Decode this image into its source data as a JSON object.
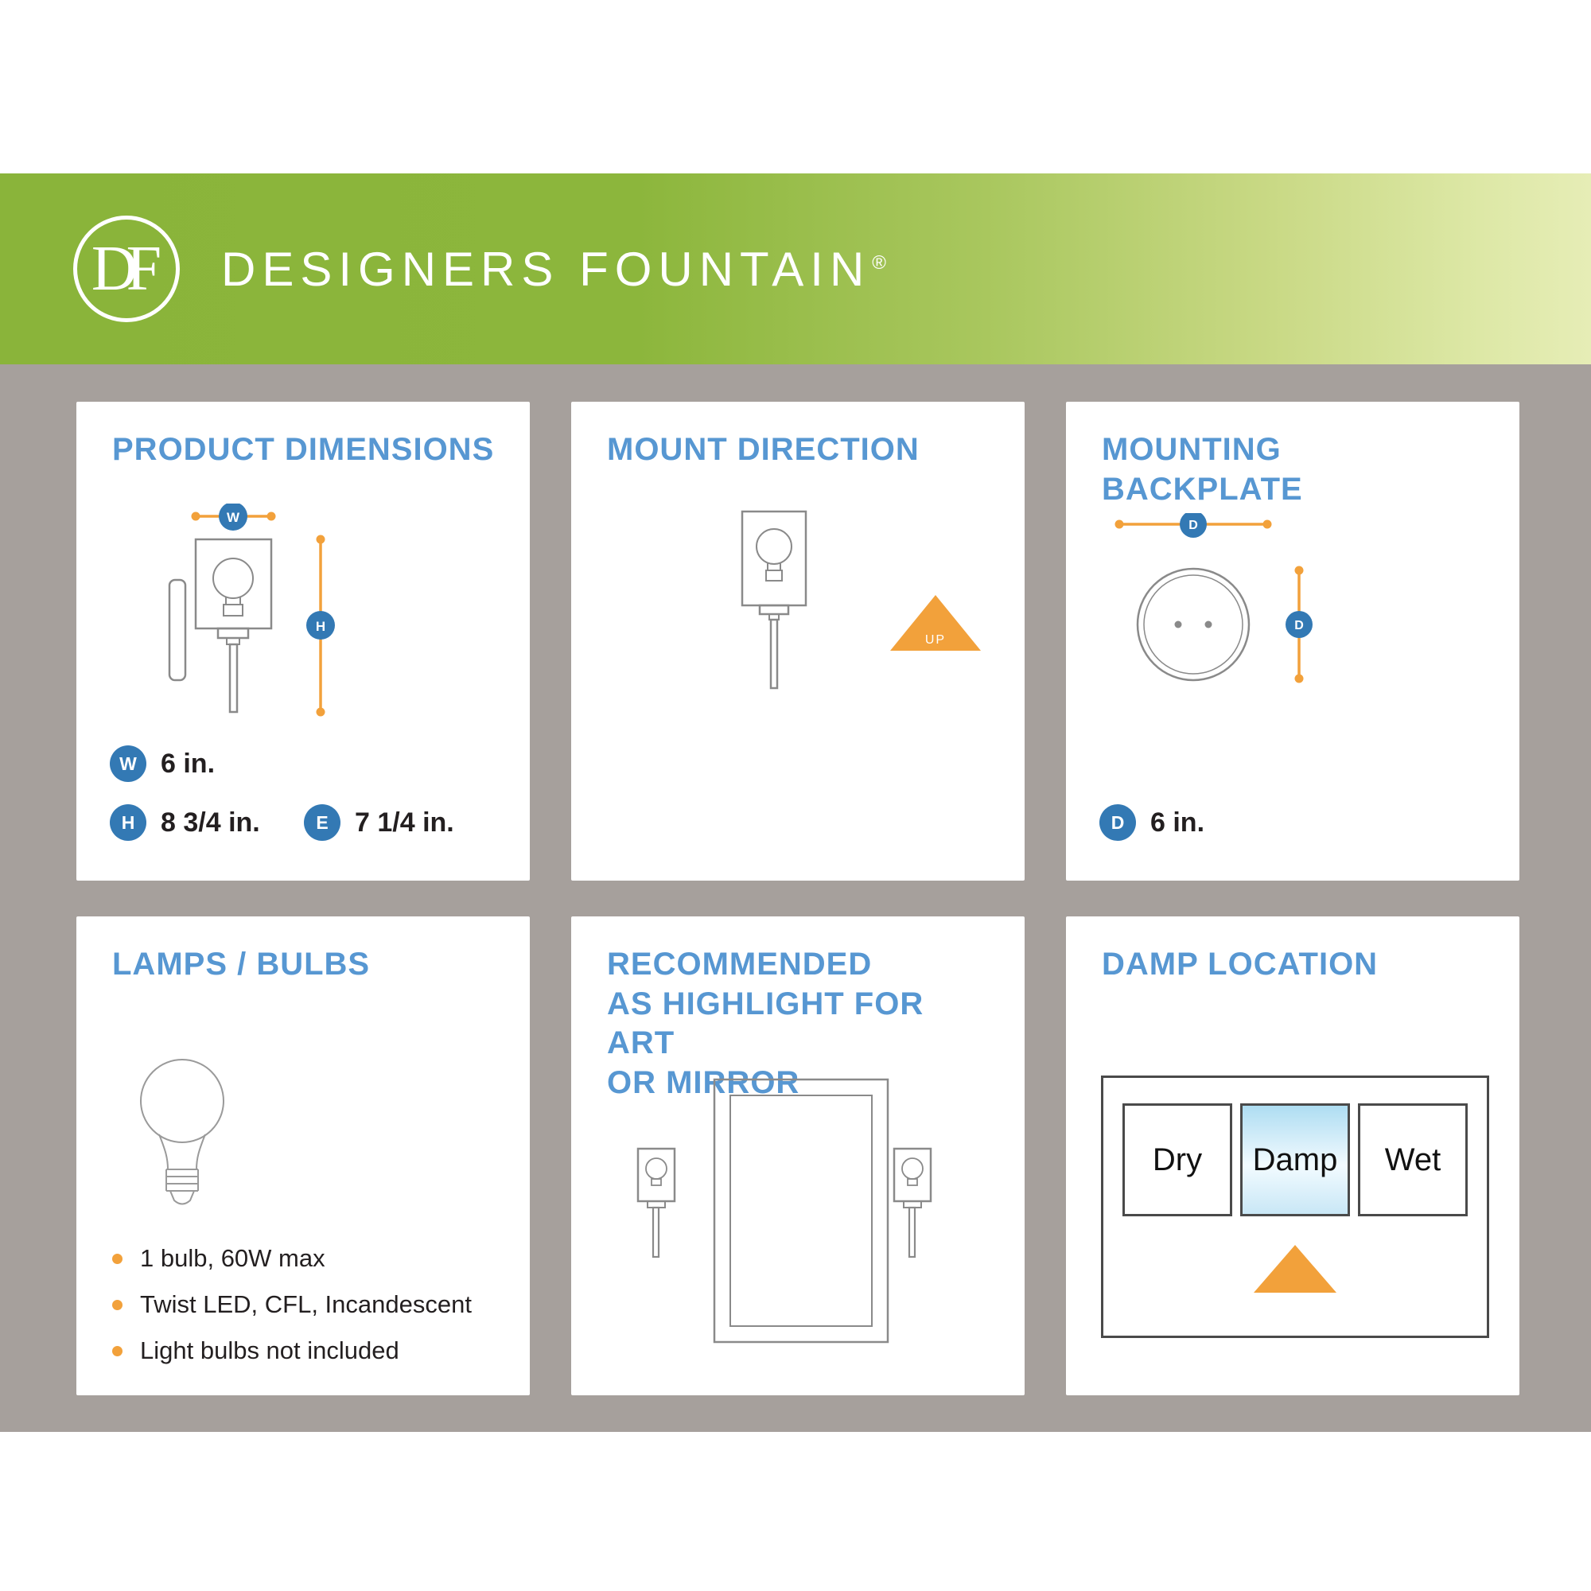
{
  "brand": {
    "logo_monogram": "DF",
    "name": "DESIGNERS FOUNTAIN",
    "registered_mark": "®"
  },
  "panels": {
    "product_dimensions": {
      "title": "PRODUCT DIMENSIONS",
      "width_label": "W",
      "width_value": "6 in.",
      "height_label": "H",
      "height_value": "8 3/4 in.",
      "extension_label": "E",
      "extension_value": "7 1/4 in."
    },
    "mount_direction": {
      "title": "MOUNT DIRECTION",
      "direction_label": "UP"
    },
    "mounting_backplate": {
      "title": "MOUNTING BACKPLATE",
      "diameter_label": "D",
      "diameter_value": "6 in."
    },
    "lamps_bulbs": {
      "title": "LAMPS / BULBS",
      "bullets": [
        "1 bulb, 60W max",
        "Twist LED, CFL, Incandescent",
        "Light bulbs not included"
      ]
    },
    "recommended_use": {
      "title_lines": [
        "RECOMMENDED",
        "AS HIGHLIGHT FOR ART",
        "OR MIRROR"
      ]
    },
    "damp_location": {
      "title": "DAMP LOCATION",
      "ratings": [
        "Dry",
        "Damp",
        "Wet"
      ],
      "active_rating": "Damp"
    }
  },
  "colors": {
    "brand_green": "#8cb63c",
    "heading_blue": "#5797d2",
    "badge_blue": "#3379b4",
    "accent_orange": "#f2a13b",
    "canvas_gray": "#a6a09c",
    "damp_highlight_blue": "#bfe2f2"
  }
}
